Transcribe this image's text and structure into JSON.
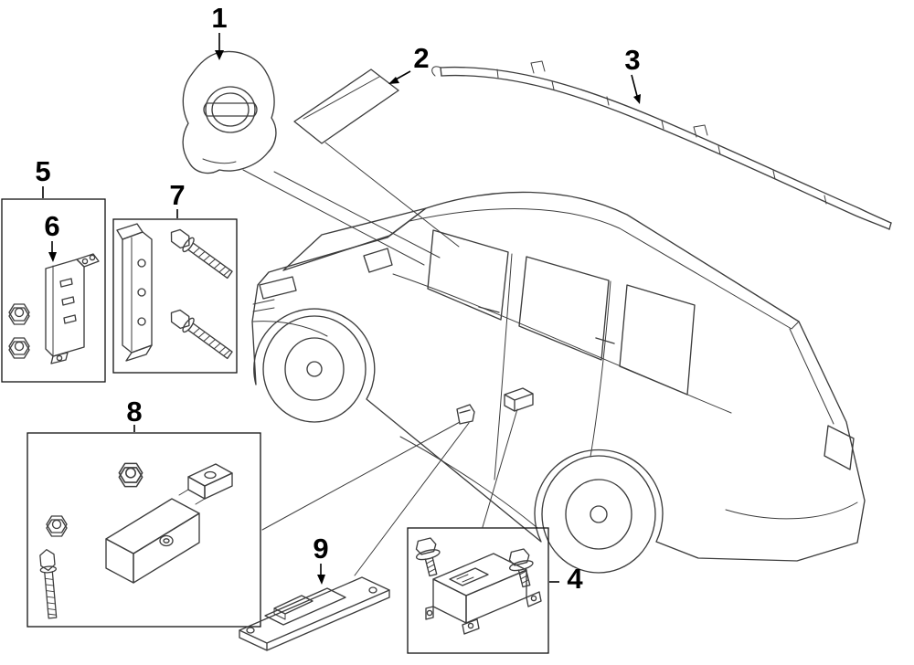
{
  "diagram": {
    "colors": {
      "background": "#ffffff",
      "artwork_line": "#3d3d3d",
      "callout_text": "#000000"
    },
    "callouts": [
      {
        "label": "1"
      },
      {
        "label": "2"
      },
      {
        "label": "3"
      },
      {
        "label": "4"
      },
      {
        "label": "5"
      },
      {
        "label": "6"
      },
      {
        "label": "7"
      },
      {
        "label": "8"
      },
      {
        "label": "9"
      }
    ]
  }
}
